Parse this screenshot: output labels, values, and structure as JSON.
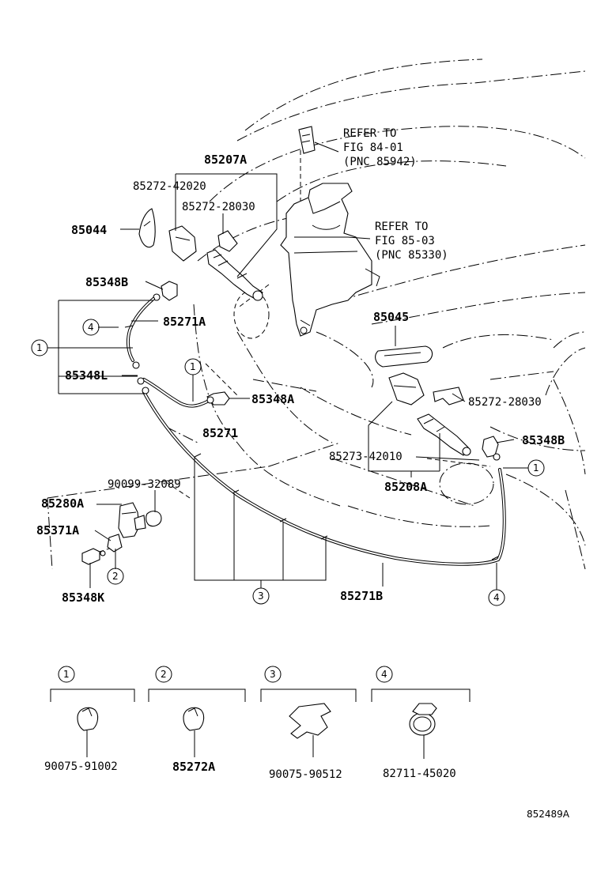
{
  "labels": {
    "p85207A": "85207A",
    "p85272_42020": "85272-42020",
    "p85272_28030a": "85272-28030",
    "p85044": "85044",
    "p85348B_a": "85348B",
    "p85271A": "85271A",
    "p85348L": "85348L",
    "p85348A": "85348A",
    "p85271": "85271",
    "p90099_32089": "90099-32089",
    "p85280A": "85280A",
    "p85371A": "85371A",
    "p85348K": "85348K",
    "p85045": "85045",
    "p85272_28030b": "85272-28030",
    "p85348B_b": "85348B",
    "p85273_42010": "85273-42010",
    "p85208A": "85208A",
    "p85271B": "85271B"
  },
  "refs": {
    "ref1_line1": "REFER TO",
    "ref1_line2": "FIG 84-01",
    "ref1_line3": "(PNC 85942)",
    "ref2_line1": "REFER TO",
    "ref2_line2": "FIG 85-03",
    "ref2_line3": "(PNC 85330)"
  },
  "callouts": {
    "c1": "1",
    "c2": "2",
    "c3": "3",
    "c4": "4"
  },
  "legend": {
    "items": [
      {
        "num": "1",
        "part": "90075-91002"
      },
      {
        "num": "2",
        "part": "85272A"
      },
      {
        "num": "3",
        "part": "90075-90512"
      },
      {
        "num": "4",
        "part": "82711-45020"
      }
    ]
  },
  "figure_id": "852489A"
}
